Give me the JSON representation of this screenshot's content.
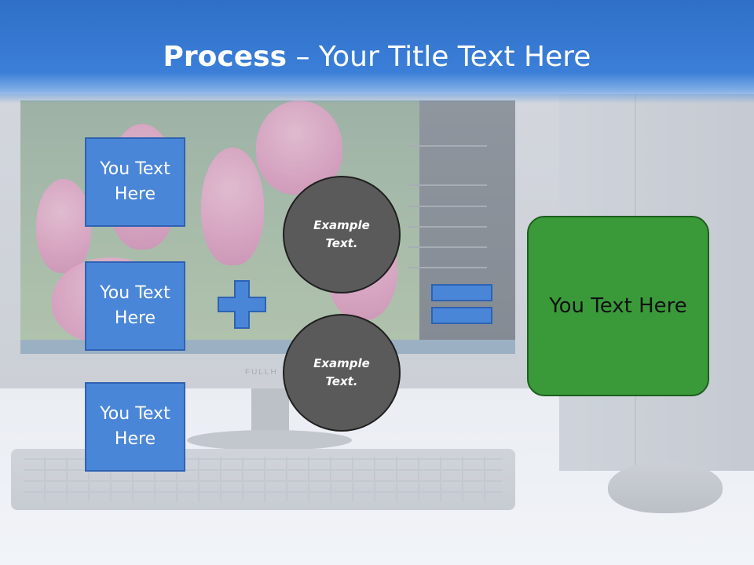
{
  "title": {
    "bold": "Process",
    "rest": " – Your Title Text Here"
  },
  "background": {
    "monitor_brand": "FULLH"
  },
  "inputs": [
    {
      "label": "You Text Here"
    },
    {
      "label": "You Text Here"
    },
    {
      "label": "You Text Here"
    }
  ],
  "operators": {
    "plus_icon": "plus-icon",
    "equals_icon": "equals-icon"
  },
  "middle": [
    {
      "label": "Example Text."
    },
    {
      "label": "Example Text."
    }
  ],
  "result": {
    "label": "You Text Here"
  },
  "colors": {
    "title_band": "#3b7fd8",
    "box_fill": "#4a86d8",
    "circle_fill": "#5a5a5a",
    "result_fill": "#3a9a3a"
  }
}
